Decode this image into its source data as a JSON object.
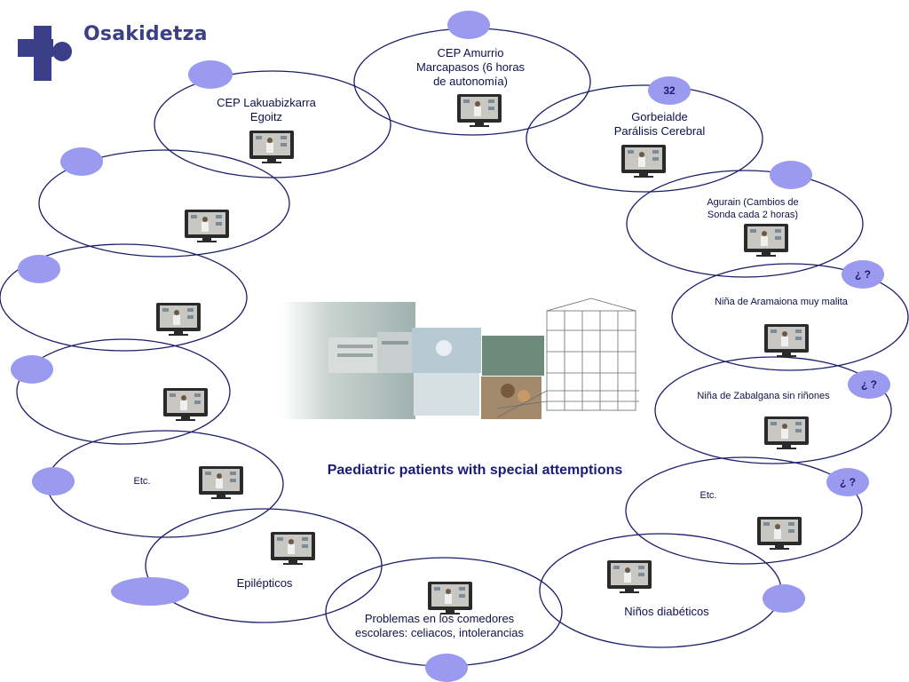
{
  "brand": {
    "name": "Osakidetza"
  },
  "title": "Paediatric patients with special attemptions",
  "nodes": [
    {
      "id": "amurrio",
      "label": "CEP Amurrio\nMarcapasos (6 horas\nde autonomía)"
    },
    {
      "id": "lakua",
      "label": "CEP Lakuabizkarra\nEgoitz"
    },
    {
      "id": "gorbeialde",
      "label": "Gorbeialde\nParálisis Cerebral",
      "badge": "32"
    },
    {
      "id": "agurain",
      "label": "Agurain (Cambios de\nSonda cada 2 horas)"
    },
    {
      "id": "aramaiona",
      "label": "Niña de Aramaiona muy malita",
      "badge": "¿ ?"
    },
    {
      "id": "zabalgana",
      "label": "Niña de Zabalgana sin riñones",
      "badge": "¿ ?"
    },
    {
      "id": "etc-right",
      "label": "Etc.",
      "badge": "¿ ?"
    },
    {
      "id": "diabeticos",
      "label": "Niños diabéticos"
    },
    {
      "id": "comedores",
      "label": "Problemas en los comedores\nescolares: celiacos, intolerancias"
    },
    {
      "id": "epilepticos",
      "label": "Epilépticos"
    },
    {
      "id": "etc-left",
      "label": "Etc."
    },
    {
      "id": "blank-1",
      "label": ""
    },
    {
      "id": "blank-2",
      "label": ""
    },
    {
      "id": "blank-3",
      "label": ""
    }
  ],
  "colors": {
    "ring": "#1b1b6b",
    "dot": "#9a9bf0",
    "logo": "#3b3f88",
    "monitor_frame": "#2a2a2a",
    "monitor_screen": "#c9c7c2"
  },
  "icons": [
    "hospital-logo-icon",
    "tv-monitor-icon",
    "blue-dot-marker",
    "hospital-photo-collage"
  ]
}
